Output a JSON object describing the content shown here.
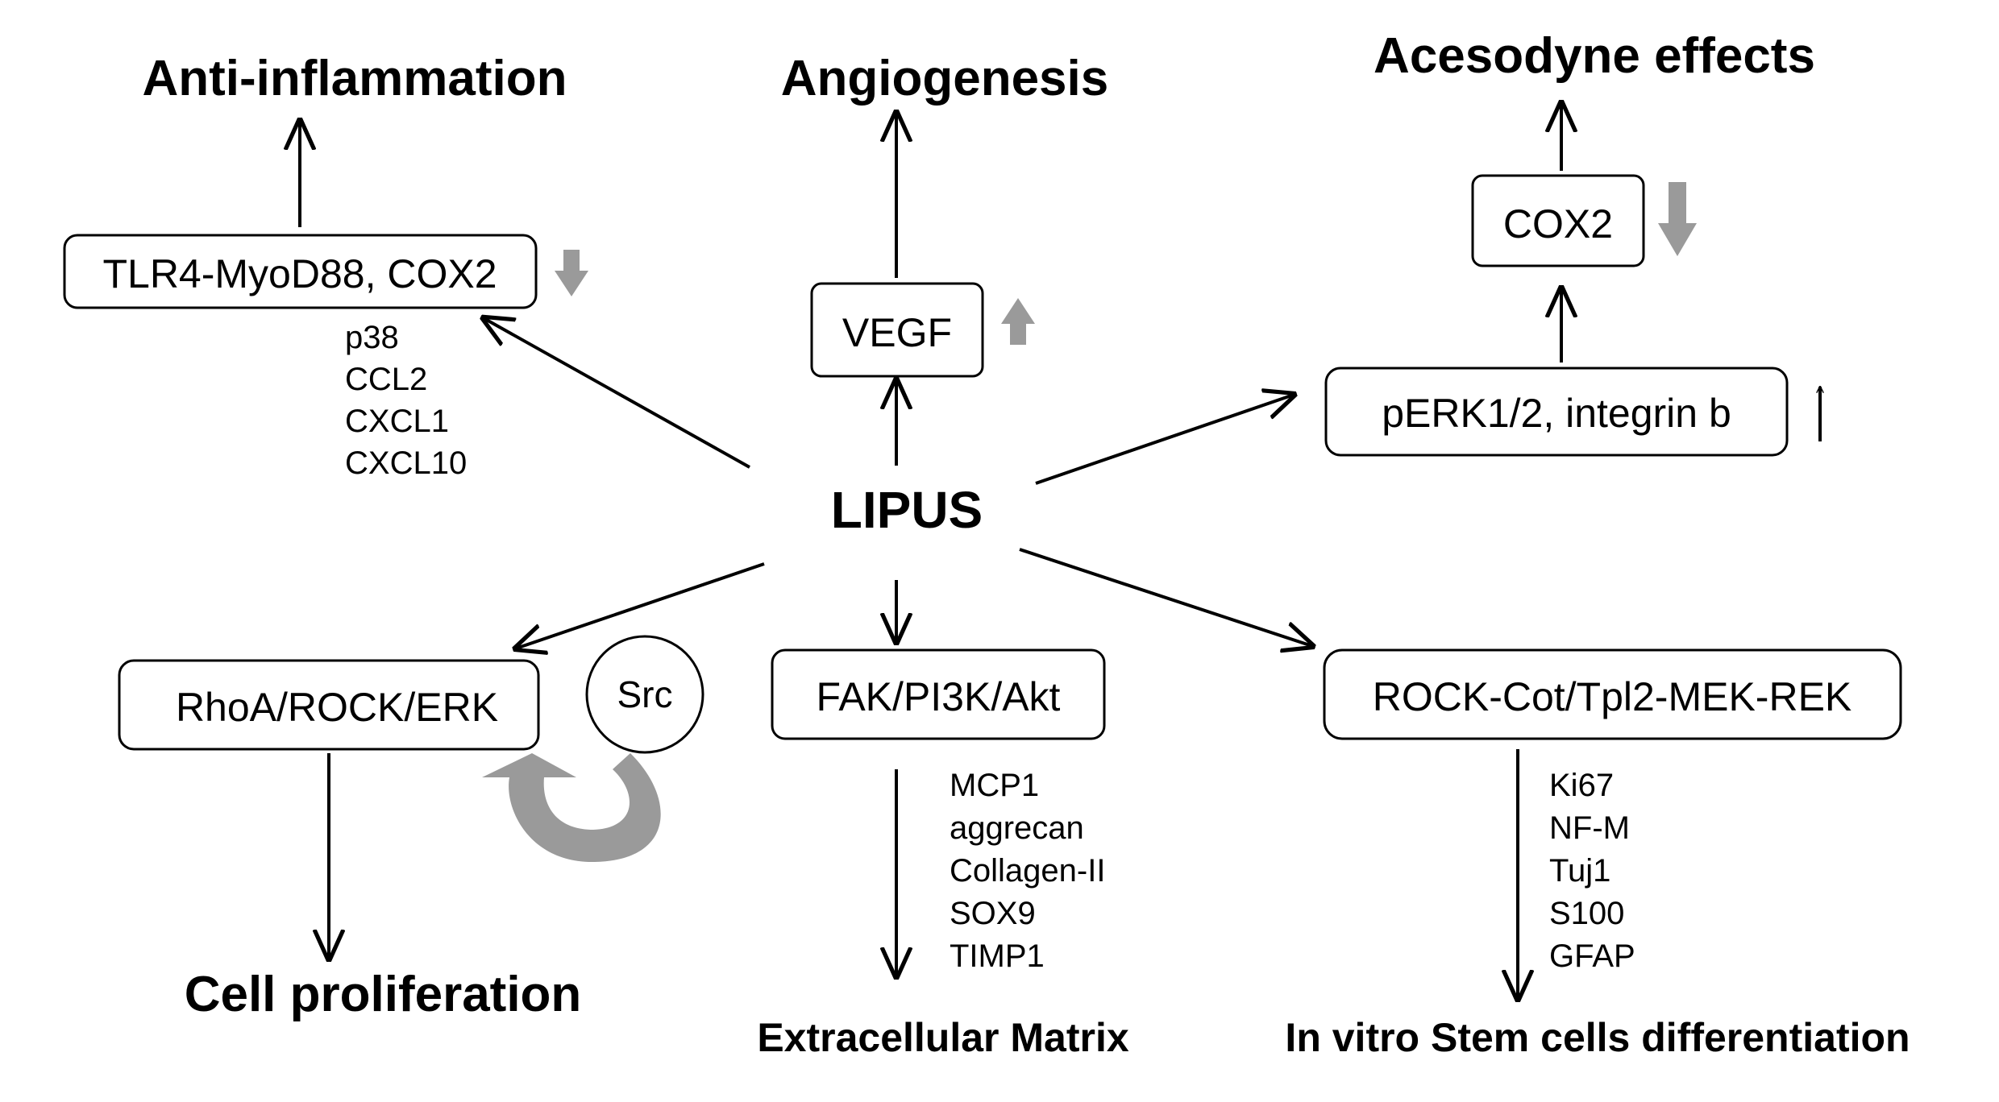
{
  "center": {
    "label": "LIPUS"
  },
  "outcomes": {
    "anti_inflammation": "Anti-inflammation",
    "angiogenesis": "Angiogenesis",
    "acesodyne": "Acesodyne effects",
    "cell_proliferation": "Cell proliferation",
    "extracellular_matrix": "Extracellular Matrix",
    "stem_cells": "In vitro Stem cells differentiation"
  },
  "nodes": {
    "tlr4": "TLR4-MyoD88, COX2",
    "vegf": "VEGF",
    "cox2": "COX2",
    "perk": "pERK1/2, integrin b",
    "rhoa": "RhoA/ROCK/ERK",
    "src": "Src",
    "fak": "FAK/PI3K/Akt",
    "rock_cot": "ROCK-Cot/Tpl2-MEK-REK"
  },
  "marker_lists": {
    "inflammation": [
      "p38",
      "CCL2",
      "CXCL1",
      "CXCL10"
    ],
    "ecm": [
      "MCP1",
      "aggrecan",
      "Collagen-II",
      "SOX9",
      "TIMP1"
    ],
    "stem": [
      "Ki67",
      "NF-M",
      "Tuj1",
      "S100",
      "GFAP"
    ]
  },
  "indicators": {
    "tlr4": "down",
    "vegf": "up",
    "cox2": "down",
    "perk": "up"
  },
  "colors": {
    "indicator_gray": "#9a9a9a",
    "line": "#000000"
  }
}
